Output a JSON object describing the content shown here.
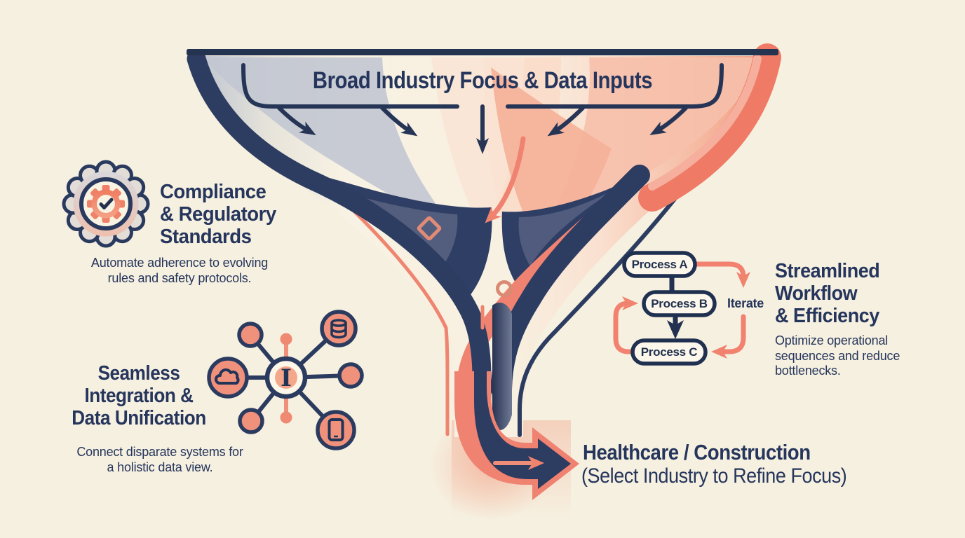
{
  "funnel": {
    "title": "Broad Industry Focus & Data Inputs",
    "output_title": "Healthcare / Construction",
    "output_subtitle": "(Select Industry to Refine Focus)"
  },
  "compliance": {
    "title_lines": [
      "Compliance",
      "& Regulatory",
      "Standards"
    ],
    "description_lines": [
      "Automate adherence to evolving",
      "rules and safety protocols."
    ]
  },
  "integration": {
    "title_lines": [
      "Seamless",
      "Integration &",
      "Data Unification"
    ],
    "description_lines": [
      "Connect disparate systems for",
      "a holistic data view."
    ]
  },
  "workflow": {
    "title_lines": [
      "Streamlined",
      "Workflow",
      "& Efficiency"
    ],
    "description_lines": [
      "Optimize operational",
      "sequences and reduce",
      "bottlenecks."
    ],
    "nodes": [
      "Process A",
      "Process B",
      "Process C"
    ],
    "loop_label": "Iterate"
  },
  "icons": {
    "compliance": "badge-check-icon",
    "integration": "network-hub-icon",
    "satellites": [
      "database-icon",
      "cloud-icon",
      "smartphone-icon"
    ]
  },
  "colors": {
    "background": "#f6f0e0",
    "navy": "#25355c",
    "navy_dark": "#223150",
    "coral": "#ef7e69",
    "coral_light": "#f6bca8",
    "slate": "#5c6585",
    "gray_blue": "#c3c8d2",
    "cream_panel": "#f9f3e5"
  }
}
